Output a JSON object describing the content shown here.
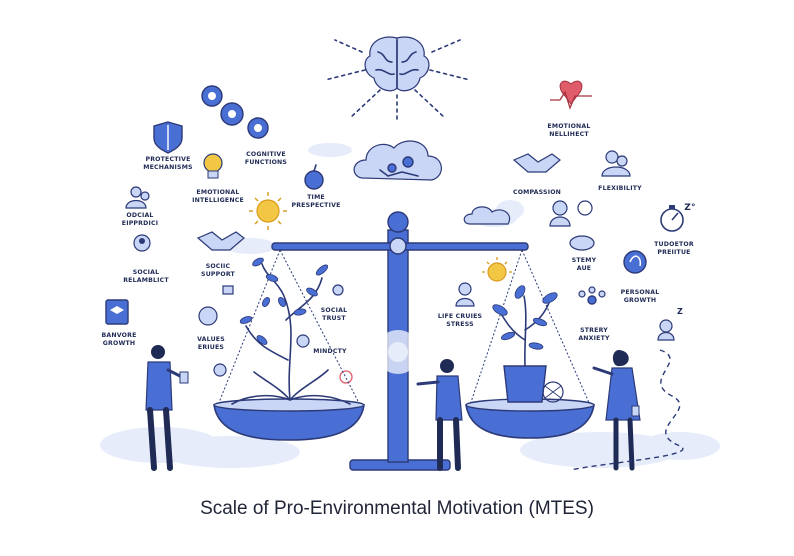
{
  "caption": "Scale of Pro-Environmental Motivation (MTES)",
  "labels": {
    "protective": [
      "PROTECTIVE",
      "MECHANISMS"
    ],
    "cognitive": [
      "COGNITIVE",
      "FUNCTIONS"
    ],
    "emotional_left": [
      "EMOTIONAL",
      "INTELLIGENCE"
    ],
    "time": [
      "TIME",
      "PRESPECTIVE"
    ],
    "odcial": [
      "ODCIAL",
      "EIPPRDICI"
    ],
    "social_rel": [
      "SOCIAL",
      "RELAMBLICT"
    ],
    "sociic": [
      "SOCIIC",
      "SUPPORT"
    ],
    "social_trust": [
      "SOCIAL",
      "TRUST"
    ],
    "banvore": [
      "BANVORE",
      "GROWTH"
    ],
    "values": [
      "VALUES",
      "ERIUES"
    ],
    "mindcty": [
      "MINDCTY"
    ],
    "emotional_right": [
      "EMOTIONAL",
      "NELLIHECT"
    ],
    "compassion": [
      "COMPASSION"
    ],
    "flexibility": [
      "FLEXIBILITY"
    ],
    "stemy": [
      "STEMY",
      "AUE"
    ],
    "tudoetor": [
      "TUDOETOR",
      "PREIITUE"
    ],
    "personal": [
      "PERSONAL",
      "GROWTH"
    ],
    "life": [
      "LIFE CRUIES",
      "STRESS"
    ],
    "strery": [
      "STRERY",
      "ANXIETY"
    ]
  },
  "colors": {
    "navy": "#2c3a78",
    "blue": "#4a6fd4",
    "light_blue": "#c9d6f5",
    "pale": "#e6ecfa",
    "sun": "#f2c744",
    "heart": "#e05c6a"
  },
  "icons": [
    "brain-icon",
    "gear-icon",
    "shield-icon",
    "lightbulb-icon",
    "sun-icon",
    "handshake-icon",
    "heart-icon",
    "stopwatch-icon",
    "plant-icon",
    "scale-icon"
  ]
}
